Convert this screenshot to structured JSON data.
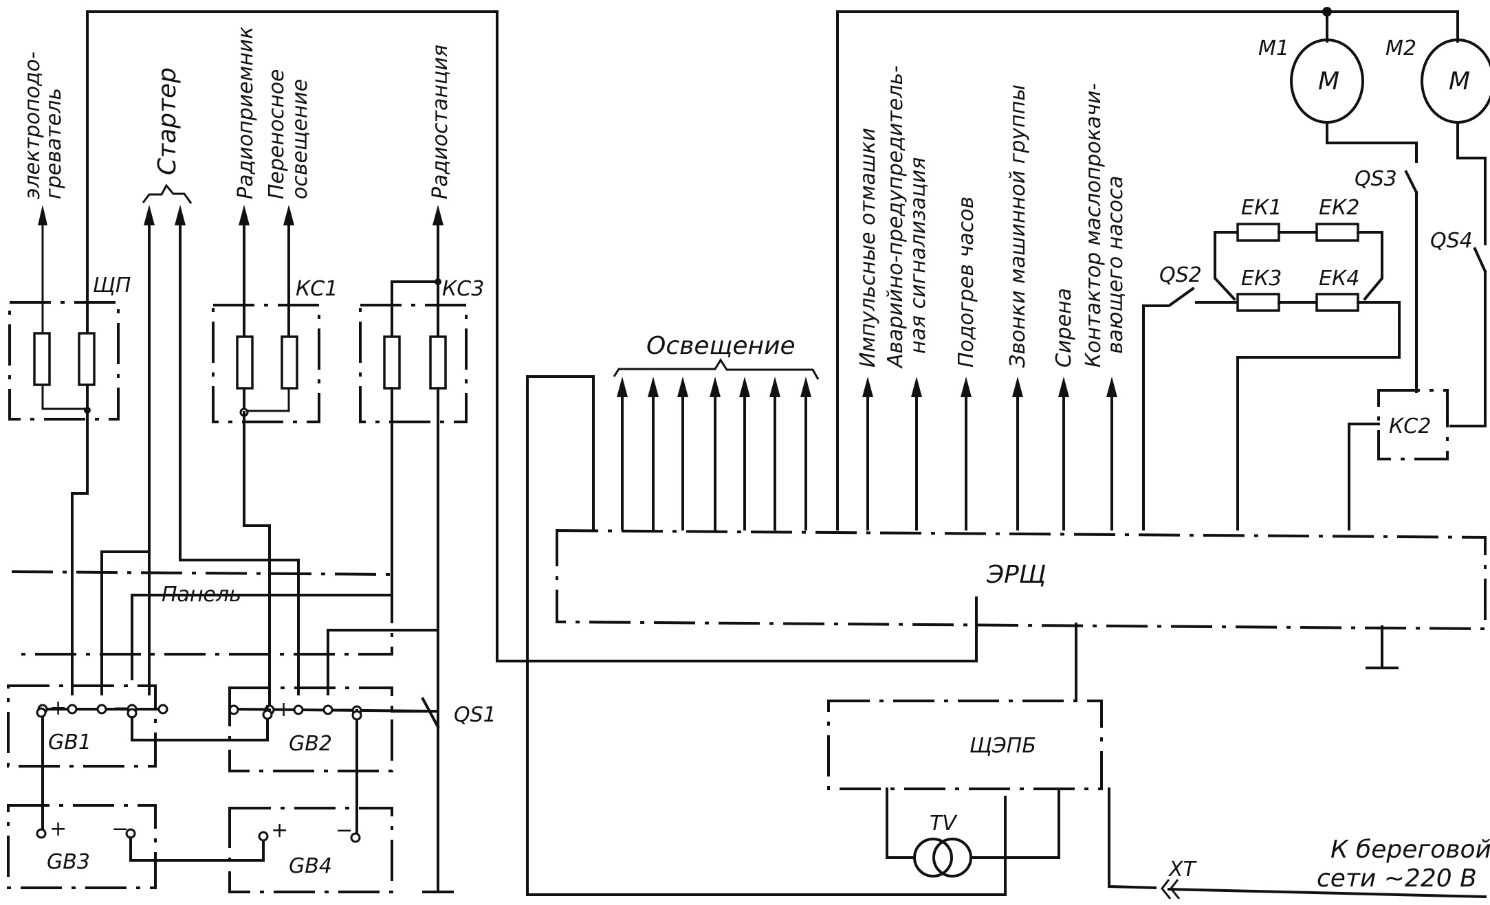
{
  "diagram": {
    "left_section": {
      "consumers": {
        "heater_line1": "электроподо-",
        "heater_line2": "греватель",
        "starter": "Стартер",
        "radio_receiver": "Радиоприемник",
        "portable_light_line1": "Переносное",
        "portable_light_line2": "освещение",
        "radio_station": "Радиостанция"
      },
      "boxes": {
        "shp": "ЩП",
        "ks1": "КС1",
        "ks3": "КС3",
        "panel": "Панель"
      },
      "batteries": [
        {
          "label": "GB1",
          "plus": "+",
          "minus": "−"
        },
        {
          "label": "GB2",
          "plus": "+",
          "minus": "−"
        },
        {
          "label": "GB3",
          "plus": "+",
          "minus": "−"
        },
        {
          "label": "GB4",
          "plus": "+",
          "minus": "−"
        }
      ],
      "switch_qs1": "QS1"
    },
    "right_section": {
      "lighting": "Освещение",
      "consumers": {
        "pulse_clock": "Импульсные отмашки",
        "alarm_line1": "Аварийно-предупредитель-",
        "alarm_line2": "ная сигнализация",
        "clock_heating": "Подогрев часов",
        "engine_bells": "Звонки машинной группы",
        "siren": "Сирена",
        "contactor_line1": "Контактор маслопрокачи-",
        "contactor_line2": "вающего насоса"
      },
      "motors": [
        {
          "label": "М1",
          "symbol": "М"
        },
        {
          "label": "М2",
          "symbol": "М"
        }
      ],
      "switches": {
        "qs2": "QS2",
        "qs3": "QS3",
        "qs4": "QS4"
      },
      "heaters": [
        "ЕК1",
        "ЕК2",
        "ЕК3",
        "ЕК4"
      ],
      "ks2": "КС2",
      "erp": "ЭРЩ",
      "shore_panel": "ЩЭПБ",
      "transformer": "TV",
      "connector": "XT",
      "shore_line1": "К береговой",
      "shore_line2": "сети ~220 В"
    }
  }
}
